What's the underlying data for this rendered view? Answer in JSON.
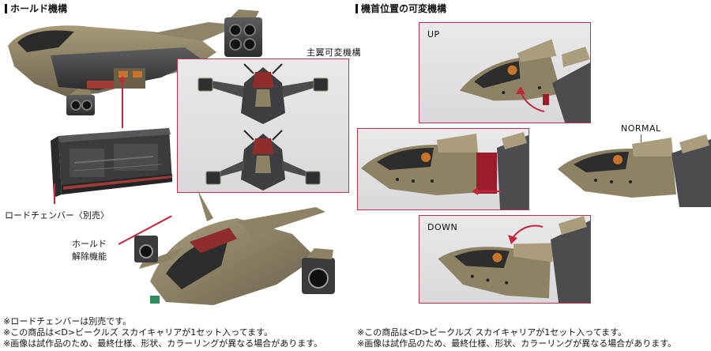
{
  "left_section": {
    "title": "ホールド機構",
    "main_wing_label": "主翼可変機構",
    "road_chamber_label": "ロードチェンバー〈別売〉",
    "hold_release_label_line1": "ホールド",
    "hold_release_label_line2": "解除機能",
    "notes": [
      "※ロードチェンバーは別売です。",
      "※この商品は<D>ビークルズ スカイキャリアが1セット入ってます。",
      "※画像は試作品のため、最終仕様、形状、カラーリングが異なる場合があります。"
    ]
  },
  "right_section": {
    "title": "機首位置の可変機構",
    "panel_up_label": "UP",
    "panel_normal_label": "NORMAL",
    "panel_down_label": "DOWN",
    "notes": [
      "※この商品は<D>ビークルズ スカイキャリアが1セット入ってます。",
      "※画像は試作品のため、最終仕様、形状、カラーリングが異なる場合があります。"
    ]
  },
  "colors": {
    "accent_red": "#c0283c",
    "hull_tan": "#8d8263",
    "hull_dark": "#3b3d3f",
    "panel_bg": "#e1e1e3"
  }
}
